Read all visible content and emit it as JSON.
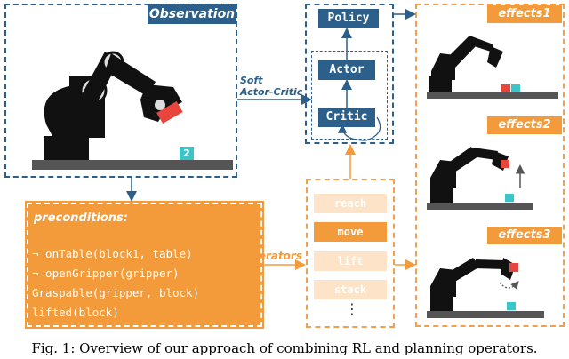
{
  "observation": {
    "title": "Observation",
    "block_label": "2"
  },
  "pipeline": {
    "edge_label_line1": "Soft",
    "edge_label_line2": "Actor-Critic",
    "policy": "Policy",
    "actor": "Actor",
    "critic": "Critic"
  },
  "preconditions": {
    "title": "preconditions:",
    "lines": [
      "¬ onTable(block1, table)",
      "¬ openGripper(gripper)",
      "Graspable(gripper, block)",
      "lifted(block)"
    ]
  },
  "operators": {
    "label": "Operators",
    "items": [
      "reach",
      "move",
      "lift",
      "stack"
    ],
    "active_index": 1,
    "more": "⋮"
  },
  "effects": [
    "effects1",
    "effects2",
    "effects3"
  ],
  "caption": "Fig. 1: Overview of our approach of combining RL and planning operators.",
  "colors": {
    "blue": "#2c5f8a",
    "orange": "#f39a3a",
    "light_orange": "#fde3c8",
    "block_red": "#e8453c",
    "block_teal": "#3cc5c8"
  }
}
